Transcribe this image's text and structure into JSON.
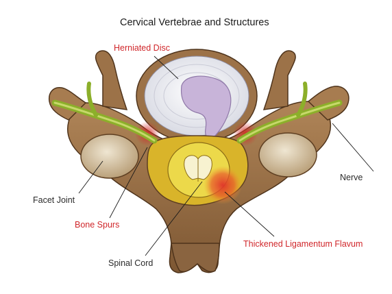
{
  "title": "Cervical Vertebrae and Structures",
  "labels": {
    "herniated_disc": "Herniated Disc",
    "nerve": "Nerve",
    "facet_joint": "Facet Joint",
    "bone_spurs": "Bone Spurs",
    "spinal_cord": "Spinal Cord",
    "thickened_ligamentum_flavum": "Thickened Ligamentum Flavum"
  },
  "colors": {
    "bone": "#9c7248",
    "bone_shadow": "#5e3f22",
    "disc_fill": "#f2f2f6",
    "disc_herniation": "#c8b4d9",
    "nerve_green": "#8caf2a",
    "cord_yellow": "#ecd94a",
    "canal_yellow": "#d9b42a",
    "inflammation_red": "#e0322a",
    "label_red": "#d0262a"
  }
}
